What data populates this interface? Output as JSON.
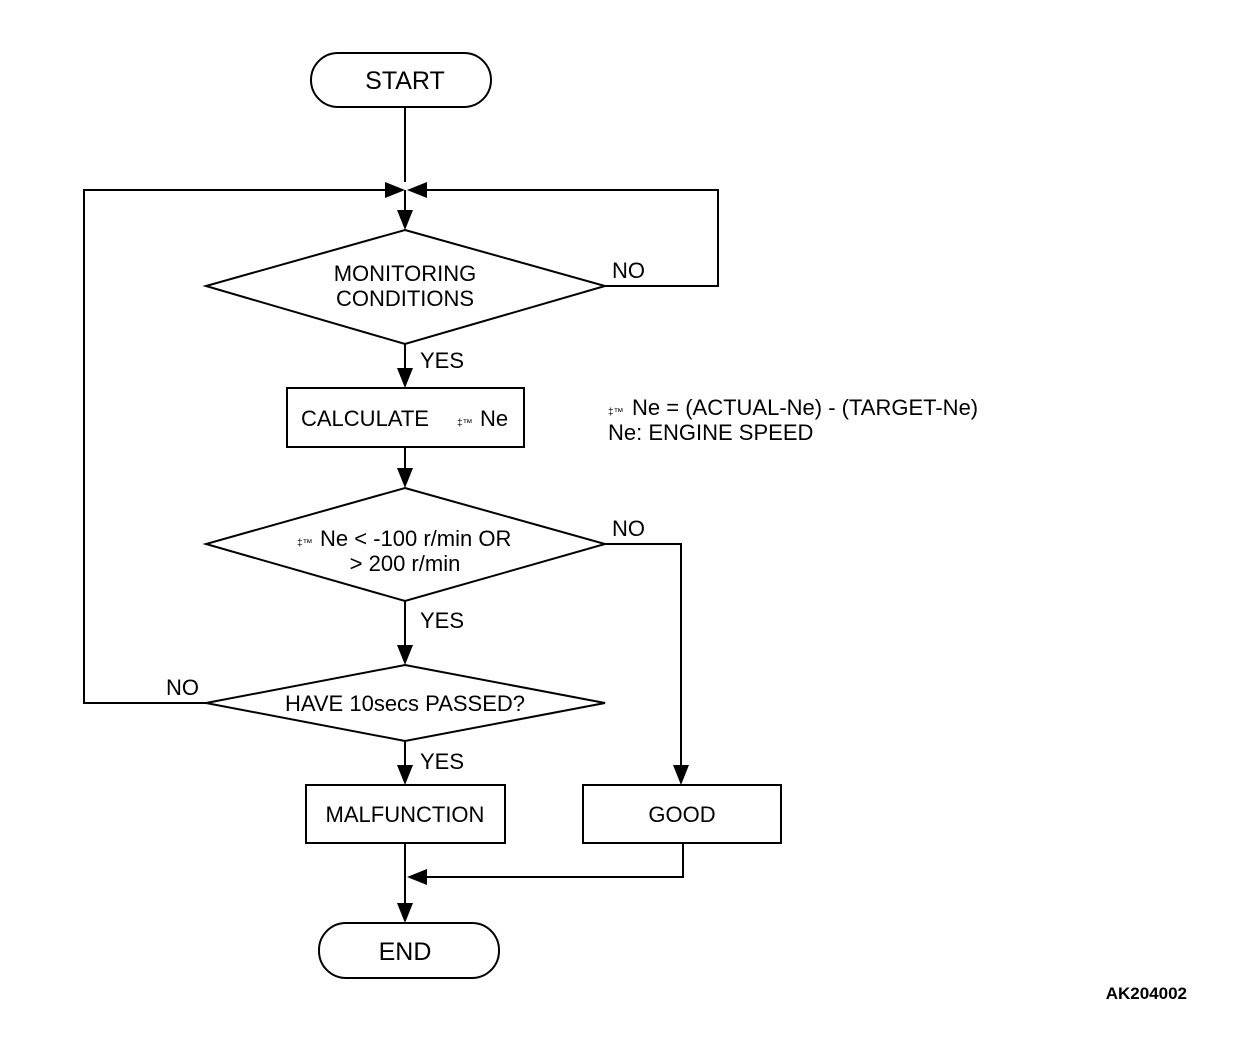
{
  "nodes": {
    "start": "START",
    "monitoring_line1": "MONITORING",
    "monitoring_line2": "CONDITIONS",
    "calculate_prefix": "CALCULATE",
    "calculate_symbol": "‡™",
    "calculate_suffix": "Ne",
    "compare_symbol": "‡™",
    "compare_line1": "Ne < -100 r/min OR",
    "compare_line2": "> 200 r/min",
    "have_passed": "HAVE 10secs PASSED?",
    "malfunction": "MALFUNCTION",
    "good": "GOOD",
    "end": "END"
  },
  "branches": {
    "monitoring_no": "NO",
    "monitoring_yes": "YES",
    "compare_no": "NO",
    "compare_yes": "YES",
    "passed_no": "NO",
    "passed_yes": "YES"
  },
  "notes": {
    "formula_symbol": "‡™",
    "formula": "Ne = (ACTUAL-Ne) - (TARGET-Ne)",
    "definition": "Ne: ENGINE SPEED"
  },
  "figure_id": "AK204002"
}
